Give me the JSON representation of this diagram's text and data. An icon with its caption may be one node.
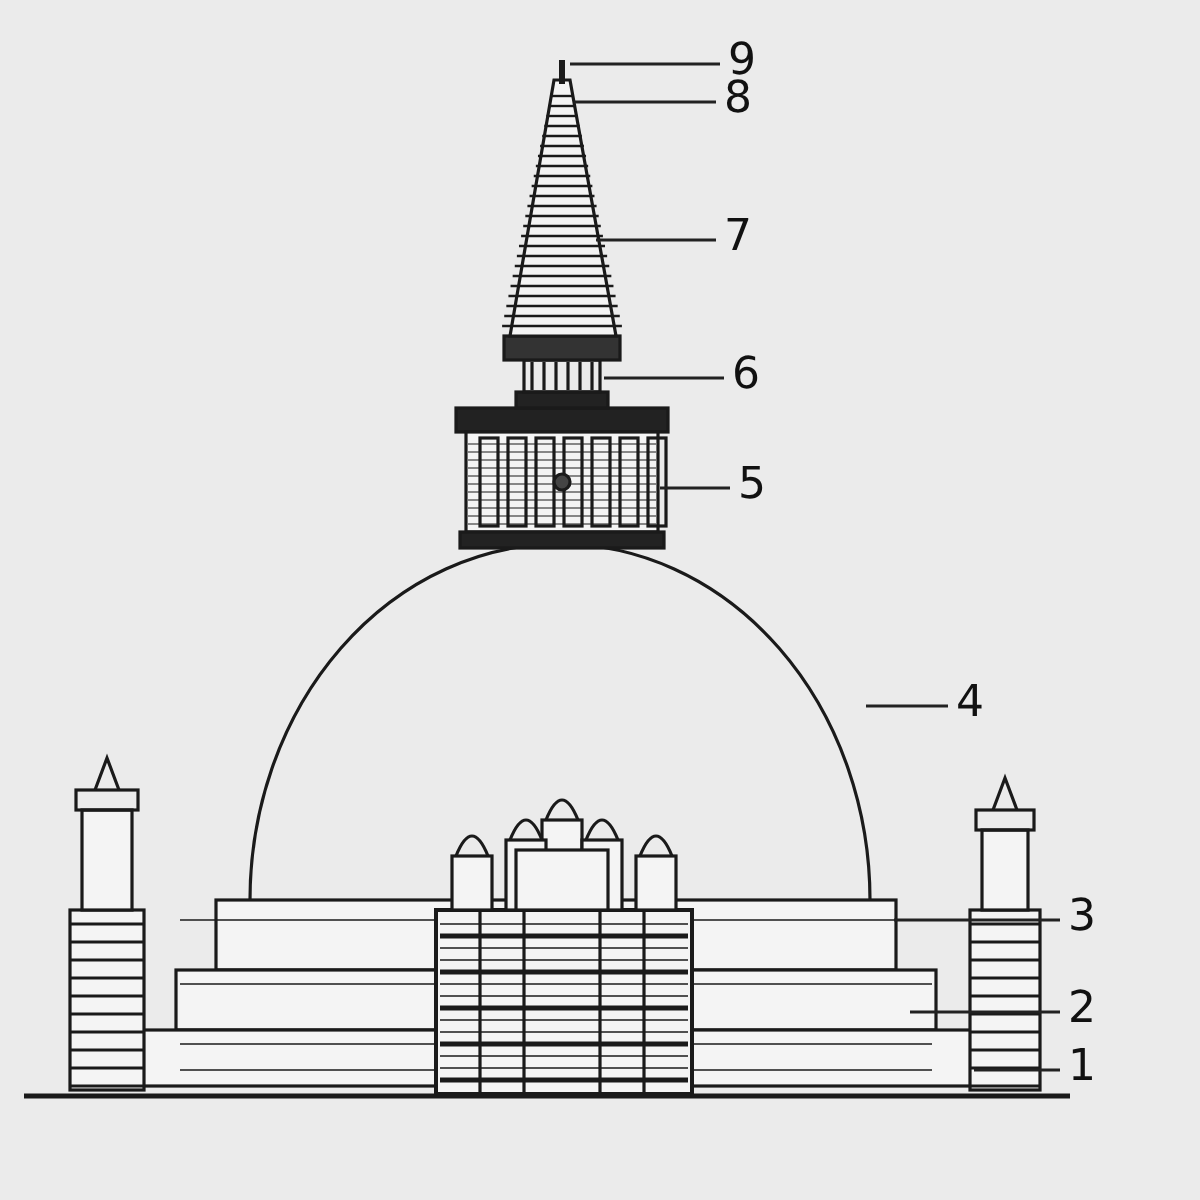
{
  "diagram": {
    "nodes": [
      {
        "text": [
          "9"
        ]
      },
      {
        "text": [
          "8"
        ]
      },
      {
        "text": [
          "7"
        ]
      },
      {
        "text": [
          "6"
        ]
      },
      {
        "text": [
          "5"
        ]
      },
      {
        "text": [
          "4"
        ]
      },
      {
        "text": [
          "3"
        ]
      },
      {
        "text": [
          "2"
        ]
      },
      {
        "text": [
          "1"
        ]
      }
    ],
    "edges": [
      {
        "from": 0,
        "to": null,
        "arrow": "none"
      },
      {
        "from": 1,
        "to": null,
        "arrow": "none"
      },
      {
        "from": 2,
        "to": null,
        "arrow": "none"
      },
      {
        "from": 3,
        "to": null,
        "arrow": "none"
      },
      {
        "from": 4,
        "to": null,
        "arrow": "none"
      },
      {
        "from": 5,
        "to": null,
        "arrow": "none"
      },
      {
        "from": 6,
        "to": null,
        "arrow": "none"
      },
      {
        "from": 7,
        "to": null,
        "arrow": "none"
      },
      {
        "from": 8,
        "to": null,
        "arrow": "none"
      }
    ]
  }
}
